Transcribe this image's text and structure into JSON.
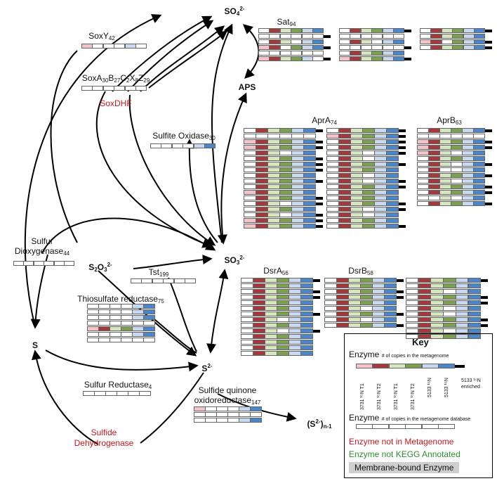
{
  "colors": {
    "c1": "#f2c4c8",
    "c2": "#a23a3e",
    "c3": "#d6e6bf",
    "c4": "#7aa050",
    "c5": "#c8d8ee",
    "c6": "#4a86c8",
    "red_text": "#c8161d",
    "green_text": "#2e8b2e"
  },
  "nodes": {
    "so4": {
      "base": "SO",
      "sub": "4",
      "sup": "2-"
    },
    "aps": "APS",
    "so3": {
      "base": "SO",
      "sub": "3",
      "sup": "2-"
    },
    "s2o3": {
      "base": "S",
      "sub": "2",
      "mid": "O",
      "sub2": "3",
      "sup": "2-"
    },
    "s": "S",
    "s2": {
      "base": "S",
      "sup": "2-"
    },
    "sn": {
      "base": "(S",
      "sup": "2-",
      "end": ")",
      "sub": "n-1"
    }
  },
  "enzymes": {
    "soxy": {
      "name": "SoxY",
      "count": "42"
    },
    "soxa": {
      "parts": [
        "SoxA",
        "30",
        "B",
        "27",
        "C",
        "2",
        "X",
        "8",
        "Z",
        "29"
      ]
    },
    "soxdhf": "SoxDHF",
    "sulfite_oxidase": {
      "name": "Sulfite Oxidase",
      "count": "30"
    },
    "sulfur_dioxygenase": {
      "line1": "Sulfur",
      "line2": "Dioxygenase",
      "count": "44"
    },
    "tst": {
      "name": "Tst",
      "count": "199"
    },
    "thiosulfate_reductase": {
      "name": "Thiosulfate reductase",
      "count": "75"
    },
    "sulfur_reductase": {
      "name": "Sulfur Reductase",
      "count": "4"
    },
    "sqr": {
      "line1": "Sulfide quinone",
      "line2": "oxidoreductase",
      "count": "147"
    },
    "sulfide_dehydrogenase": {
      "line1": "Sulfide",
      "line2": "Dehydrogenase"
    },
    "sat": {
      "name": "Sat",
      "count": "94"
    },
    "apra": {
      "name": "AprA",
      "count": "74"
    },
    "aprb": {
      "name": "AprB",
      "count": "63"
    },
    "dsra": {
      "name": "DsrA",
      "count": "56"
    },
    "dsrb": {
      "name": "DsrB",
      "count": "58"
    }
  },
  "heatmaps": {
    "sat_a": {
      "rows": [
        "011111",
        "000000",
        "011011",
        "110111",
        "000000",
        "111110"
      ],
      "tails": [
        0,
        1,
        0,
        1,
        0,
        1
      ]
    },
    "sat_b": {
      "rows": [
        "011111",
        "000000",
        "011011",
        "000000",
        "011111",
        "111111"
      ],
      "tails": [
        1,
        0,
        0,
        1,
        0,
        1
      ]
    },
    "sat_c": {
      "rows": [
        "011111",
        "011111",
        "110111",
        "011111"
      ],
      "tails": [
        1,
        0,
        1,
        1
      ]
    },
    "apra_a": {
      "rows": [
        "011111",
        "000000",
        "111111",
        "111111",
        "011011",
        "011111",
        "011111",
        "011111",
        "011111",
        "011111",
        "011111",
        "111111",
        "011111",
        "011011",
        "011111",
        "011011",
        "111111",
        "111111"
      ],
      "tails": [
        1,
        0,
        1,
        1,
        0,
        1,
        1,
        1,
        0,
        1,
        0,
        0,
        1,
        1,
        0,
        1,
        1,
        1
      ]
    },
    "apra_b": {
      "rows": [
        "011111",
        "111111",
        "011111",
        "011111",
        "011011",
        "011011",
        "011111",
        "011111",
        "011011",
        "011011",
        "011111",
        "011111",
        "011111",
        "011111",
        "011011",
        "011011",
        "011111",
        "011111"
      ],
      "tails": [
        1,
        1,
        1,
        1,
        1,
        0,
        1,
        0,
        0,
        1,
        1,
        0,
        0,
        1,
        1,
        0,
        0,
        1
      ]
    },
    "aprb": {
      "rows": [
        "011111",
        "000000",
        "111111",
        "111111",
        "111011",
        "011111",
        "011011",
        "010011",
        "011111",
        "011011",
        "011111",
        "011111",
        "001011",
        "011111"
      ],
      "tails": [
        1,
        0,
        1,
        1,
        0,
        0,
        1,
        0,
        1,
        0,
        1,
        1,
        0,
        1
      ]
    },
    "dsra": {
      "rows": [
        "011111",
        "011111",
        "011111",
        "011111",
        "011111",
        "011111",
        "011111",
        "011011",
        "011111",
        "011011",
        "011111",
        "011111",
        "011111",
        "011111"
      ],
      "tails": [
        1,
        0,
        1,
        1,
        0,
        0,
        1,
        0,
        0,
        1,
        0,
        0,
        0,
        0
      ]
    },
    "dsrb_a": {
      "rows": [
        "011111",
        "011111",
        "011111",
        "011111",
        "011111",
        "011011",
        "011111",
        "011011",
        "011111"
      ],
      "tails": [
        1,
        0,
        1,
        1,
        0,
        0,
        1,
        0,
        1
      ]
    },
    "dsrb_b": {
      "rows": [
        "011111",
        "011111",
        "011011",
        "011111",
        "011111",
        "011011",
        "011011",
        "011111",
        "011111",
        "011011",
        "011111"
      ],
      "tails": [
        1,
        0,
        0,
        1,
        1,
        0,
        0,
        1,
        1,
        0,
        0
      ]
    },
    "soxy": {
      "rows": [
        "100010"
      ],
      "tails": [
        0
      ]
    },
    "soxa": {
      "rows": [
        "000000"
      ],
      "tails": [
        0
      ]
    },
    "sulfite_oxidase": {
      "rows": [
        "000011"
      ],
      "tails": [
        0
      ]
    },
    "sulfur_dioxygenase": {
      "rows": [
        "000000"
      ],
      "tails": [
        0
      ]
    },
    "tst": {
      "rows": [
        "000000"
      ],
      "tails": [
        0
      ]
    },
    "thiosulfate_reductase": {
      "rows": [
        "000011",
        "000011",
        "000011",
        "000000",
        "111111",
        "000011",
        "000000"
      ],
      "tails": [
        0,
        0,
        0,
        0,
        0,
        0,
        0
      ]
    },
    "sulfur_reductase": {
      "rows": [
        "000000"
      ],
      "tails": [
        0
      ]
    },
    "sqr": {
      "rows": [
        "100011",
        "000000",
        "000011"
      ],
      "tails": [
        0,
        0,
        0
      ]
    }
  },
  "key": {
    "title": "Key",
    "enzyme": "Enzyme",
    "copies_metagenome": "# of copies in the metagenome",
    "copies_database": "# of copies in the metagenome database",
    "col_labels": [
      "3731 ¹⁵N T1",
      "3731 ¹⁵N T2",
      "3731 ¹⁵N T1",
      "3731 ¹⁵N T2",
      "5133 ¹⁵N",
      "5133 ¹⁵N"
    ],
    "enriched_line1": "5133 ¹⁵N",
    "enriched_line2": "enriched",
    "not_in_metagenome": "Enzyme not in Metagenome",
    "not_kegg": "Enzyme not KEGG Annotated",
    "membrane": "Membrane-bound Enzyme"
  }
}
